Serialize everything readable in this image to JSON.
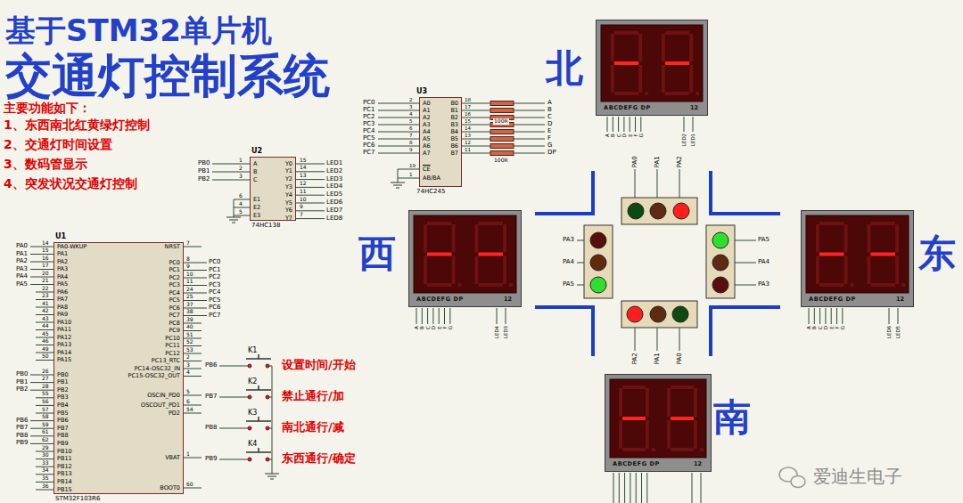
{
  "diagram": {
    "title": "基于STM32单片机 交通灯控制系统",
    "nodes": [
      {
        "text": [
          "U1",
          "PA0-WKUP",
          "PA1",
          "PA2",
          "PA3",
          "PA4",
          "PA5",
          "PA6",
          "PA7",
          "PA8",
          "PA9",
          "PA10",
          "PA11",
          "PA12",
          "PA13",
          "PA14",
          "PA15",
          "PB0",
          "PB1",
          "PB2",
          "PB3",
          "PB4",
          "PB5",
          "PB6",
          "PB7",
          "PB8",
          "PB9",
          "PB10",
          "PB11",
          "PB12",
          "PB13",
          "PB14",
          "PB15",
          "NRST",
          "PC0",
          "PC1",
          "PC2",
          "PC3",
          "PC4",
          "PC5",
          "PC6",
          "PC7",
          "PC8",
          "PC9",
          "PC10",
          "PC11",
          "PC12",
          "PC13_RTC",
          "PC14-OSC32_IN",
          "PC15-OSC32_OUT",
          "OSCIN_PD0",
          "OSCOUT_PD1",
          "PD2",
          "VBAT",
          "BOOT0",
          "STM32F103R6"
        ]
      },
      {
        "text": [
          "U2",
          "A",
          "B",
          "C",
          "E1",
          "E2",
          "E3",
          "Y0",
          "Y1",
          "Y2",
          "Y3",
          "Y4",
          "Y5",
          "Y6",
          "Y7",
          "74HC138"
        ]
      },
      {
        "text": [
          "U3",
          "A0",
          "A1",
          "A2",
          "A3",
          "A4",
          "A5",
          "A6",
          "A7",
          "CE",
          "AB/BA",
          "B0",
          "B1",
          "B2",
          "B3",
          "B4",
          "B5",
          "B6",
          "B7",
          "74HC245"
        ]
      },
      {
        "text": [
          "ABCDEFG DP",
          "12"
        ]
      },
      {
        "text": [
          "ABCDEFG DP",
          "12"
        ]
      },
      {
        "text": [
          "ABCDEFG DP",
          "12"
        ]
      },
      {
        "text": [
          "ABCDEFG DP",
          "12"
        ]
      }
    ],
    "labels": [
      "主要功能如下：",
      "1、东西南北红黄绿灯控制",
      "2、交通灯时间设置",
      "3、数码管显示",
      "4、突发状况交通灯控制",
      "北",
      "西",
      "东",
      "南",
      "PB0",
      "PB1",
      "PB2",
      "LED1",
      "LED2",
      "LED3",
      "LED4",
      "LED5",
      "LED6",
      "LED7",
      "LED8",
      "1",
      "2",
      "3",
      "6",
      "4",
      "5",
      "15",
      "14",
      "13",
      "12",
      "11",
      "10",
      "9",
      "7",
      "PC0",
      "PC1",
      "PC2",
      "PC3",
      "PC4",
      "PC5",
      "PC6",
      "PC7",
      "2",
      "3",
      "4",
      "5",
      "6",
      "7",
      "8",
      "9",
      "19",
      "1",
      "18",
      "17",
      "16",
      "15",
      "14",
      "13",
      "12",
      "11",
      "100R",
      "100R",
      "A",
      "B",
      "C",
      "D",
      "E",
      "F",
      "G",
      "DP",
      "PA0",
      "PA1",
      "PA2",
      "PA3",
      "PA4",
      "PA5",
      "PB0",
      "PB1",
      "PB2",
      "PB6",
      "PB7",
      "PB8",
      "PB9",
      "14",
      "15",
      "16",
      "17",
      "20",
      "21",
      "22",
      "23",
      "41",
      "42",
      "43",
      "44",
      "45",
      "46",
      "49",
      "50",
      "26",
      "27",
      "28",
      "55",
      "56",
      "57",
      "58",
      "59",
      "61",
      "62",
      "29",
      "30",
      "33",
      "34",
      "35",
      "36",
      "7",
      "8",
      "9",
      "10",
      "11",
      "24",
      "25",
      "37",
      "38",
      "39",
      "40",
      "51",
      "52",
      "53",
      "2",
      "3",
      "4",
      "5",
      "6",
      "54",
      "1",
      "60",
      "PC0",
      "PC1",
      "PC2",
      "PC3",
      "PC4",
      "PC5",
      "PC6",
      "PC7",
      "K1",
      "K2",
      "K3",
      "K4",
      "设置时间/开始",
      "禁止通行/加",
      "南北通行/减",
      "东西通行/确定",
      "PB6",
      "PB7",
      "PB8",
      "PB9",
      "PA3",
      "PA4",
      "PA5",
      "PA5",
      "PA4",
      "PA3",
      "PA0",
      "PA1",
      "PA2",
      "PA2",
      "PA1",
      "PA0",
      "A",
      "B",
      "C",
      "D",
      "E",
      "F",
      "G",
      "LED2",
      "LED1",
      "A",
      "B",
      "C",
      "D",
      "E",
      "F",
      "G",
      "LED4",
      "LED3",
      "A",
      "B",
      "C",
      "D",
      "E",
      "F",
      "G",
      "LED6",
      "LED5",
      "爱迪生电子"
    ]
  }
}
